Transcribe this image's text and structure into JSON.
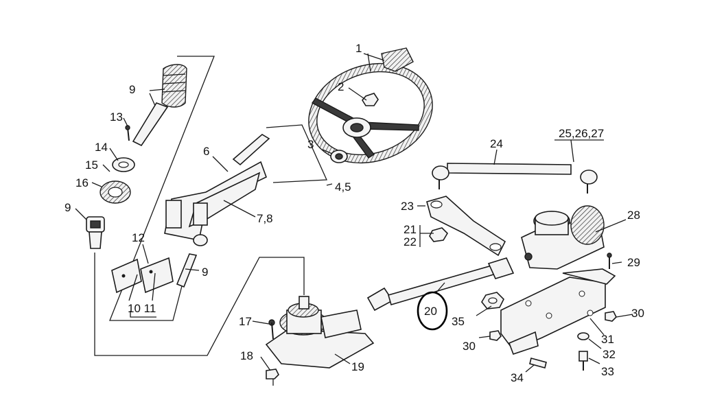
{
  "callouts": {
    "c1": "1",
    "c2": "2",
    "c3": "3",
    "c45": "4,5",
    "c6": "6",
    "c78": "7,8",
    "c9_top": "9",
    "c9_left": "9",
    "c9_mid": "9",
    "c1011": "10 11",
    "c12": "12",
    "c13": "13",
    "c14": "14",
    "c15": "15",
    "c16": "16",
    "c17": "17",
    "c18": "18",
    "c19": "19",
    "c20": "20",
    "c2122a": "21",
    "c2122b": "22",
    "c23": "23",
    "c24": "24",
    "c252627": "25,26,27",
    "c28": "28",
    "c29": "29",
    "c30_left": "30",
    "c30_right": "30",
    "c31": "31",
    "c32": "32",
    "c33": "33",
    "c34": "34",
    "c35": "35"
  },
  "highlight": {
    "part": "20",
    "color": "#000000"
  }
}
